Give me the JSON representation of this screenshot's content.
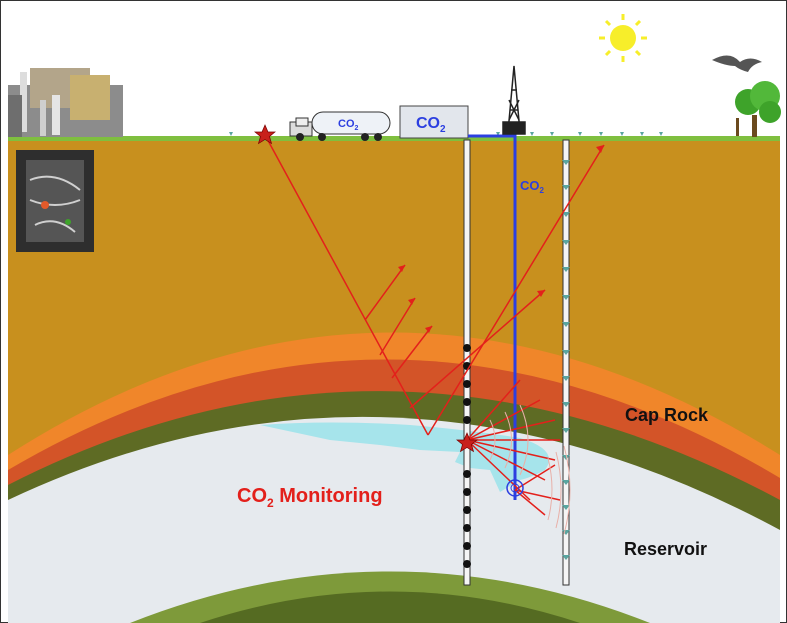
{
  "labels": {
    "truck_tank": "CO",
    "truck_tank_sub": "2",
    "storage_box": "CO",
    "storage_box_sub": "2",
    "injection_line": "CO",
    "injection_line_sub": "2",
    "cap_rock": "Cap Rock",
    "reservoir": "Reservoir",
    "monitoring": "CO",
    "monitoring_sub": "2",
    "monitoring_suffix": " Monitoring"
  },
  "colors": {
    "sky": "#ffffff",
    "ground_surface": "#7fbf3f",
    "overburden": "#c8901e",
    "orange_layer": "#f0862a",
    "red_layer": "#d35428",
    "cap_rock_green": "#5e6b24",
    "reservoir": "#e6eaee",
    "co2_plume": "#9fe3ea",
    "co2_pipe": "#2c3fe0",
    "ray_red": "#e3201b",
    "label_red": "#e3201b",
    "label_blue": "#2c3fe0",
    "deep_green": "#7e9a3a"
  },
  "icons": [
    "power-plant-icon",
    "instrument-photo-icon",
    "tanker-truck-icon",
    "storage-box-icon",
    "drilling-rig-icon",
    "sun-icon",
    "bird-icon",
    "tree-icon",
    "seismic-source-star-icon",
    "geophone-icon"
  ]
}
